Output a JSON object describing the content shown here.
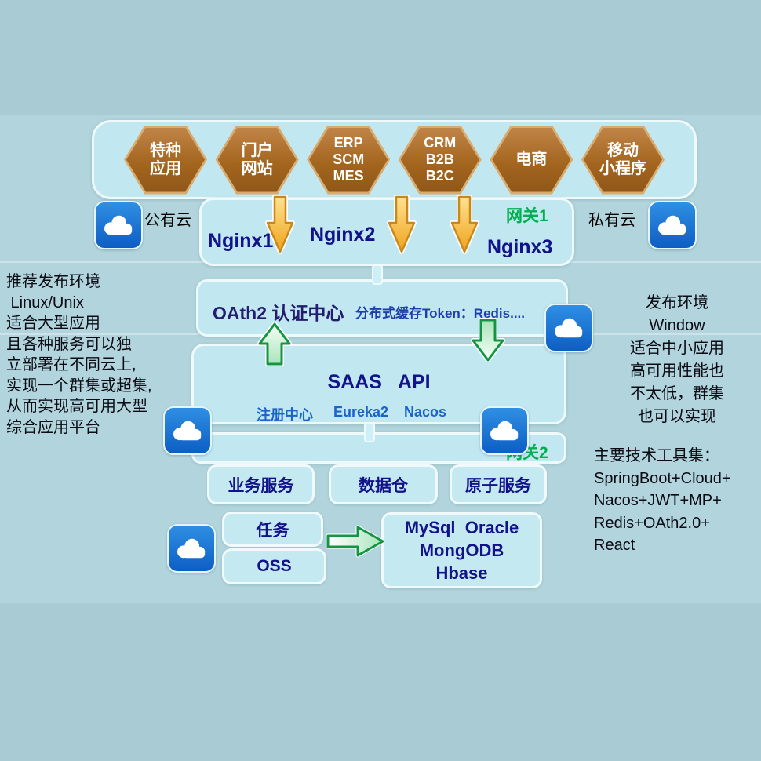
{
  "app_row": {
    "items": [
      {
        "label": "特种\n应用"
      },
      {
        "label": "门户\n网站"
      },
      {
        "label": "ERP\nSCM\nMES"
      },
      {
        "label": "CRM\nB2B\nB2C"
      },
      {
        "label": "电商"
      },
      {
        "label": "移动\n小程序"
      }
    ]
  },
  "gateway_row": {
    "public_cloud": "公有云",
    "private_cloud": "私有云",
    "gateway1": "网关1",
    "nginx1": "Nginx1",
    "nginx2": "Nginx2",
    "nginx3": "Nginx3"
  },
  "auth_row": {
    "oauth": "OAth2 认证中心",
    "token_cache": "分布式缓存Token：Redis...."
  },
  "saas": {
    "title": "SAAS   API",
    "registry": "注册中心",
    "eureka": "Eureka2",
    "nacos": "Nacos",
    "gateway2": "网关2"
  },
  "services": {
    "business": "业务服务",
    "warehouse": "数据仓",
    "atomic": "原子服务",
    "task": "任务",
    "oss": "OSS",
    "databases": "MySql  Oracle\nMongODB\nHbase"
  },
  "notes": {
    "left": "推荐发布环境\n Linux/Unix\n适合大型应用\n且各种服务可以独\n立部署在不同云上,\n实现一个群集或超集,\n从而实现高可用大型\n综合应用平台",
    "right": "发布环境\nWindow\n适合中小应用\n高可用性能也\n不太低，群集\n也可以实现",
    "tech": "主要技术工具集：\nSpringBoot+Cloud+\nNacos+JWT+MP+\nRedis+OAth2.0+\nReact"
  },
  "colors": {
    "background": "#a8cbd4",
    "panel_fill": "#c1e7f0",
    "hexagon_brown": "#a4661f",
    "cloud_blue": "#1268c8",
    "navy_text": "#12128a",
    "green_accent": "#00b050",
    "blue_text": "#1a63cc",
    "arrow_gold": "#f0a41d"
  }
}
